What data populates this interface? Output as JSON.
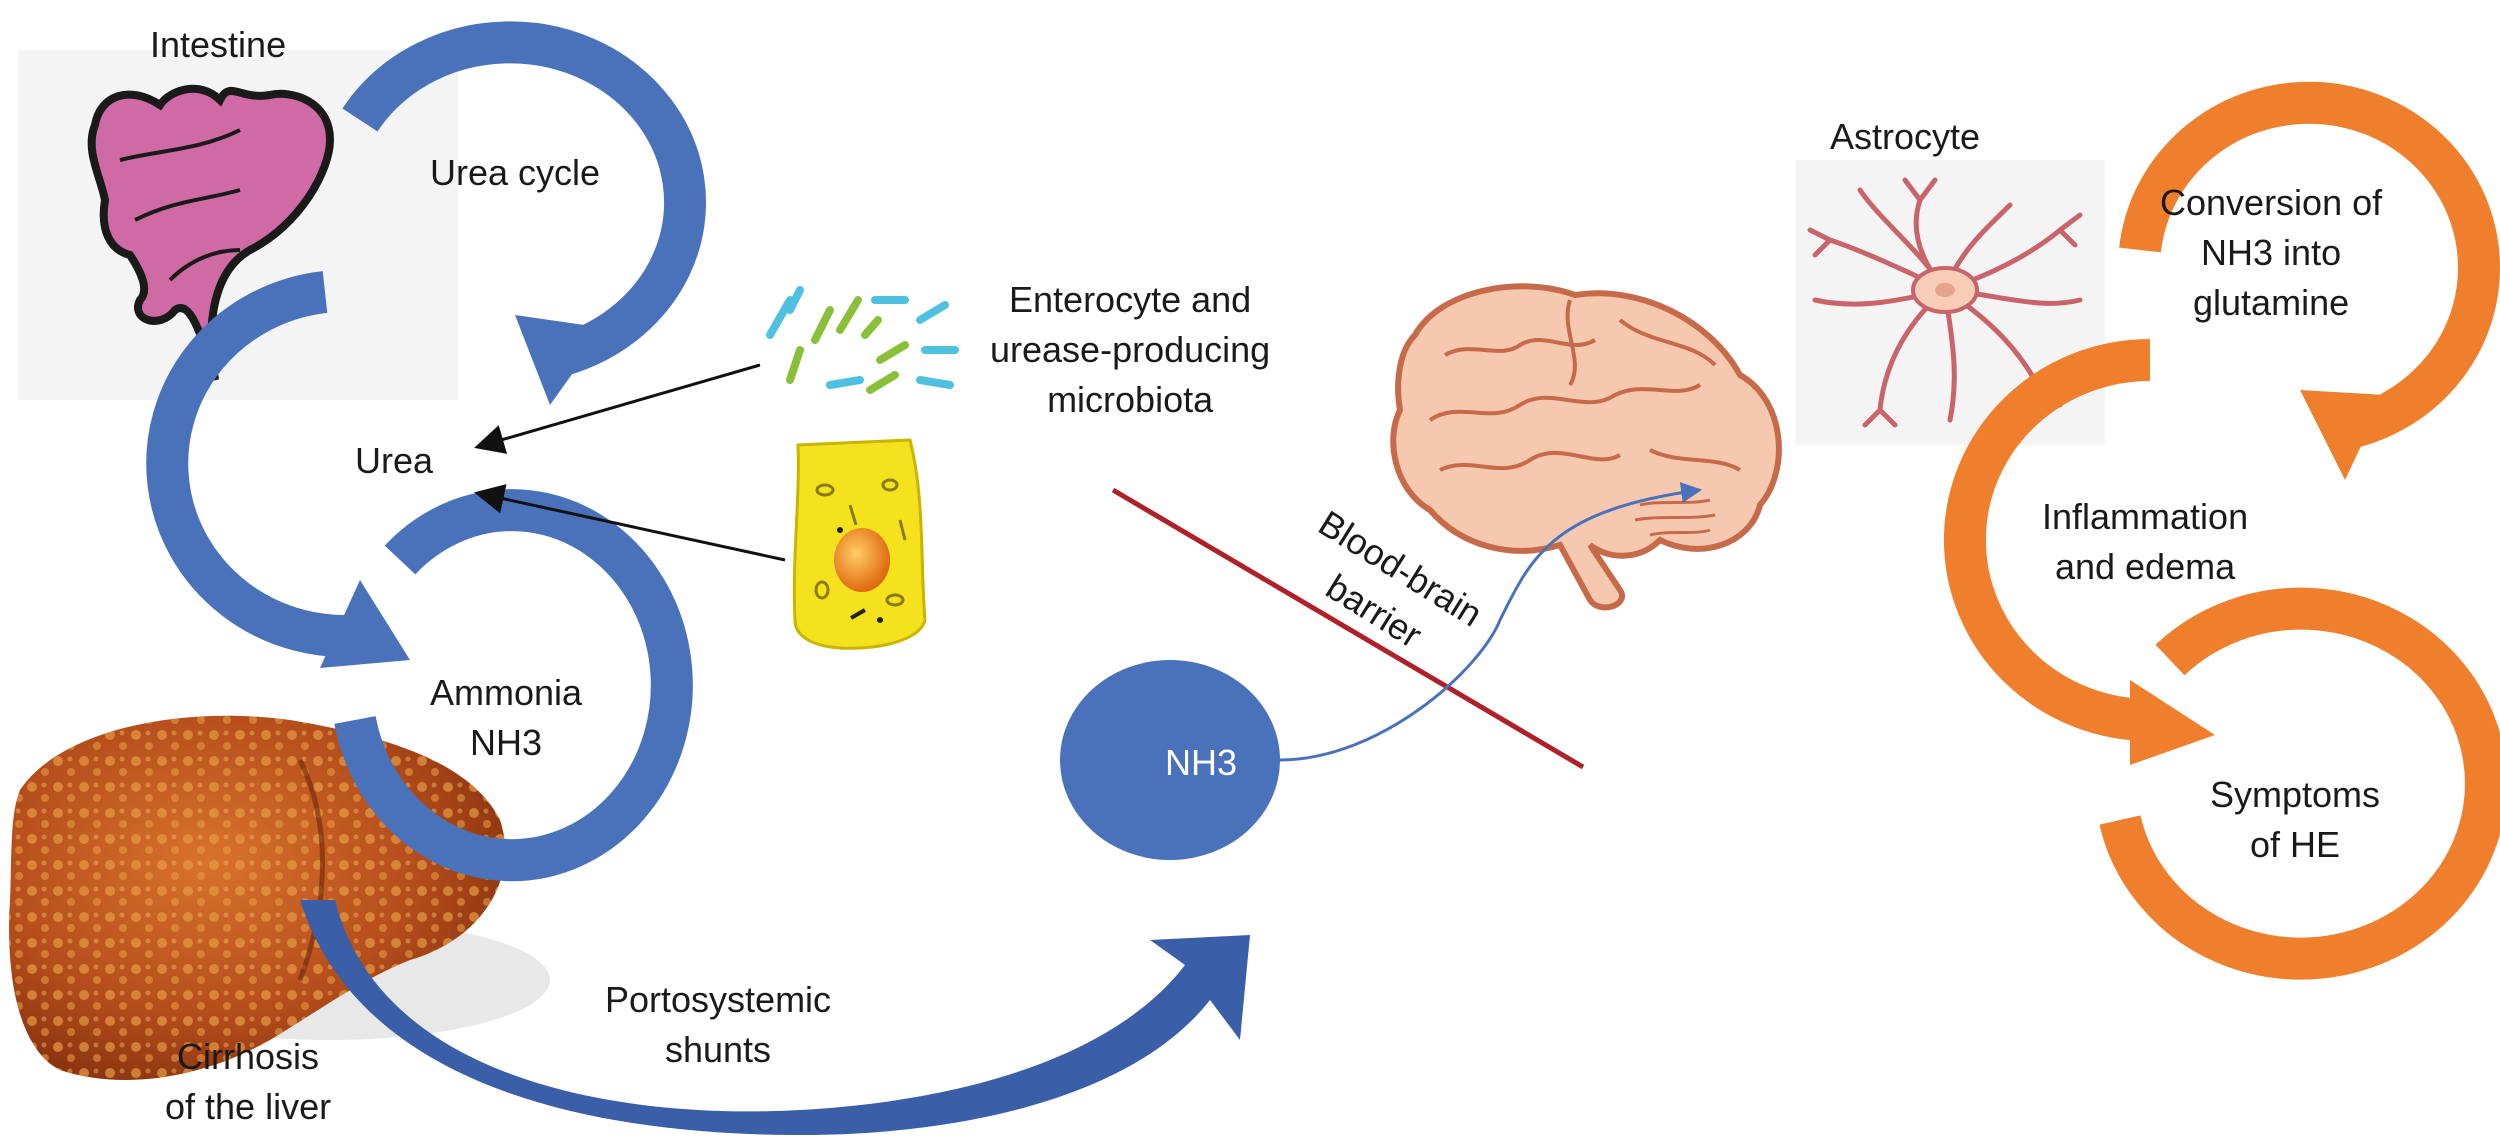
{
  "colors": {
    "blue_cycle": "#4a72bb",
    "blue_dark": "#3a5ea8",
    "orange_cycle": "#ef7f2c",
    "barrier_red": "#b0202a",
    "intestine_pink": "#cf6aa5",
    "liver_brown": "#b54a1a",
    "cell_yellow": "#f5e21f",
    "brain_pink": "#f6c8b0"
  },
  "labels": {
    "intestine": "Intestine",
    "urea_cycle": "Urea cycle",
    "urea": "Urea",
    "ammonia_line1": "Ammonia",
    "ammonia_line2": "NH3",
    "cirrhosis_line1": "Cirrhosis",
    "cirrhosis_line2": "of the liver",
    "enterocyte_line1": "Enterocyte and",
    "enterocyte_line2": "urease-producing",
    "enterocyte_line3": "microbiota",
    "portosystemic_line1": "Portosystemic",
    "portosystemic_line2": "shunts",
    "nh3_center": "NH3",
    "bbb_line1": "Blood-brain",
    "bbb_line2": "barrier",
    "astrocyte": "Astrocyte",
    "conversion_line1": "Conversion of",
    "conversion_line2": "NH3 into",
    "conversion_line3": "glutamine",
    "inflammation_line1": "Inflammation",
    "inflammation_line2": "and edema",
    "symptoms_line1": "Symptoms",
    "symptoms_line2": "of HE"
  },
  "icons": [
    "intestine-icon",
    "liver-icon",
    "bacteria-icon",
    "enterocyte-icon",
    "brain-icon",
    "astrocyte-icon"
  ]
}
